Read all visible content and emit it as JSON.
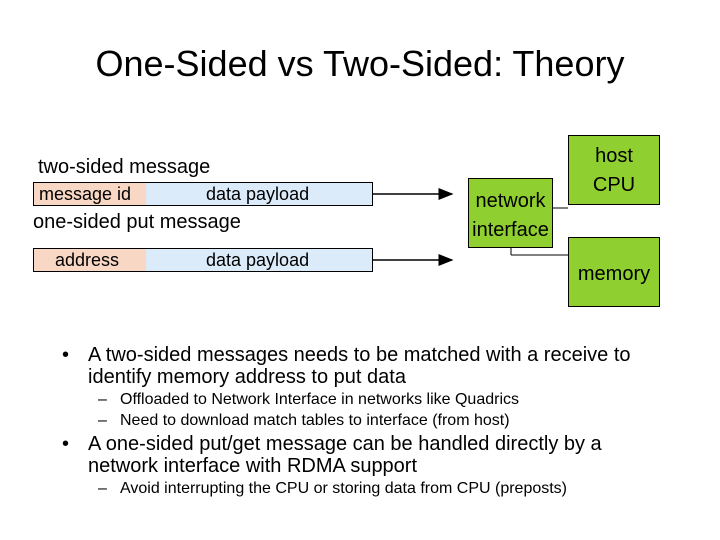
{
  "title": "One-Sided vs Two-Sided: Theory",
  "diagram": {
    "two_sided_label": "two-sided message",
    "two_sided_fields": [
      "message id",
      "data payload"
    ],
    "one_sided_label": "one-sided put message",
    "one_sided_fields": [
      "address",
      "data payload"
    ],
    "network_interface": [
      "network",
      "interface"
    ],
    "host_cpu": [
      "host",
      "CPU"
    ],
    "memory": "memory",
    "colors": {
      "node": "#8fcf2f",
      "header_field": "#f8d7c4",
      "payload_field": "#dcebfa"
    }
  },
  "bullets": [
    {
      "marker": "•",
      "lines": [
        "A two-sided messages needs to be matched with a receive to",
        "identify memory address to put data"
      ],
      "sub": [
        {
          "marker": "–",
          "text": "Offloaded to Network Interface in networks like Quadrics"
        },
        {
          "marker": "–",
          "text": "Need to download match tables to interface (from host)"
        }
      ]
    },
    {
      "marker": "•",
      "lines": [
        "A one-sided put/get message can be handled directly by a",
        "network interface with RDMA support"
      ],
      "sub": [
        {
          "marker": "–",
          "text": "Avoid interrupting the CPU or storing data from CPU (preposts)"
        }
      ]
    }
  ]
}
